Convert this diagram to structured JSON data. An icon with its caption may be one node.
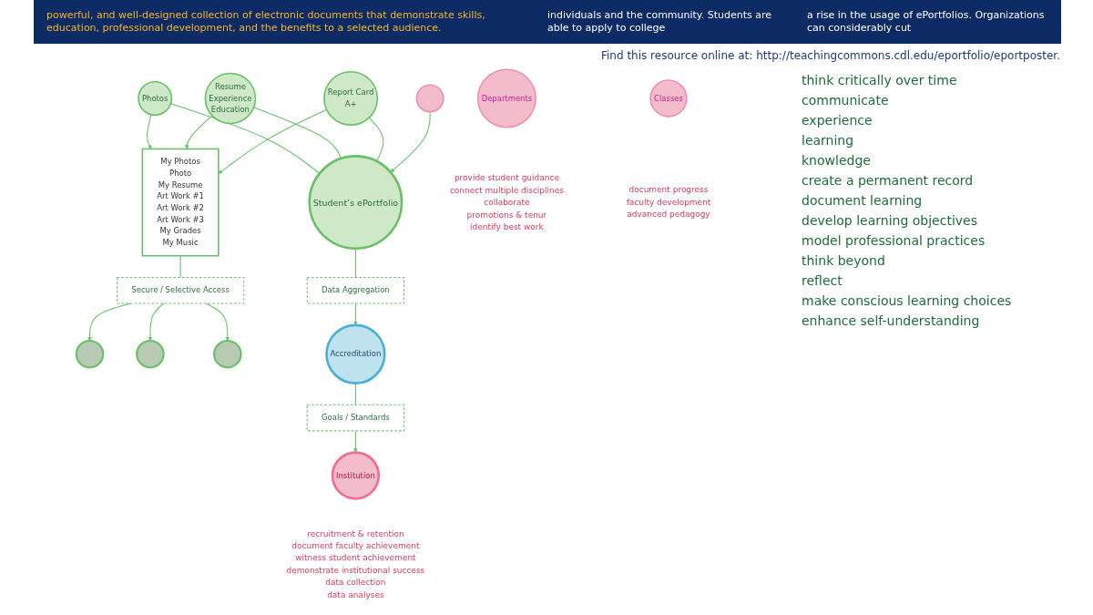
{
  "diagram": {
    "nodes": [
      {
        "text": [
          "Photos"
        ]
      },
      {
        "text": [
          "Resume",
          "Experience",
          "Education"
        ]
      },
      {
        "text": [
          "Report Card",
          "A+"
        ]
      },
      {
        "text": [
          "Student’s ePortfolio"
        ]
      },
      {
        "text": [
          "My Photos",
          "Photo",
          "My Resume",
          "Art Work #1",
          "Art Work #2",
          "Art Work #3",
          "My Grades",
          "My Music"
        ]
      },
      {
        "text": [
          "Secure / Selective Access"
        ]
      },
      {
        "text": [],
        "shape": "circle"
      },
      {
        "text": [],
        "shape": "circle"
      },
      {
        "text": [],
        "shape": "circle"
      },
      {
        "text": [
          "Data Aggregation"
        ]
      },
      {
        "text": [
          "Accreditation"
        ]
      },
      {
        "text": [
          "Goals / Standards"
        ]
      },
      {
        "text": [
          "Institution"
        ],
        "beside": [
          "recruitment & retention",
          "document faculty achievement",
          "witness student achievement",
          "demonstrate institutional success",
          "data collection",
          "data analyses"
        ]
      },
      {
        "text": [
          "Departments"
        ],
        "beside": [
          "provide student guidance",
          "connect multiple disciplines",
          "collaborate",
          "promotions & tenur",
          "identify best work"
        ]
      },
      {
        "text": [
          "Classes"
        ],
        "beside": [
          "document progress",
          "faculty development",
          "advanced pedagogy"
        ]
      },
      {
        "text": [],
        "shape": "circle"
      }
    ],
    "edges": [
      {
        "from": 0,
        "to": 4,
        "arrow": "to"
      },
      {
        "from": 1,
        "to": 4,
        "arrow": "to"
      },
      {
        "from": 2,
        "to": 4,
        "arrow": "to"
      },
      {
        "from": 0,
        "to": 3,
        "arrow": "none"
      },
      {
        "from": 1,
        "to": 3,
        "arrow": "none"
      },
      {
        "from": 2,
        "to": 3,
        "arrow": "none"
      },
      {
        "from": 4,
        "to": 5,
        "arrow": "none"
      },
      {
        "from": 5,
        "to": 6,
        "arrow": "to"
      },
      {
        "from": 5,
        "to": 7,
        "arrow": "to"
      },
      {
        "from": 5,
        "to": 8,
        "arrow": "to"
      },
      {
        "from": 3,
        "to": 9,
        "arrow": "none"
      },
      {
        "from": 9,
        "to": 10,
        "arrow": "to"
      },
      {
        "from": 10,
        "to": 11,
        "arrow": "none"
      },
      {
        "from": 11,
        "to": 12,
        "arrow": "to"
      },
      {
        "from": 15,
        "to": 3,
        "arrow": "to"
      }
    ],
    "labels": [
      "powerful, and well-designed collection of electronic documents that demonstrate skills, education, professional development, and the benefits to a selected audience.",
      "individuals and the community. Students are able to apply to college",
      "a rise in the usage of ePortfolios. Organizations can considerably cut",
      "Find this resource online at: http://teachingcommons.cdl.edu/eportfolio/eportposter.",
      "think critically over time",
      "communicate",
      "experience",
      "learning",
      "knowledge",
      "create a permanent record",
      "document learning",
      "develop learning objectives",
      "model professional practices",
      "think beyond",
      "reflect",
      "make conscious learning choices",
      "enhance self-understanding"
    ]
  }
}
